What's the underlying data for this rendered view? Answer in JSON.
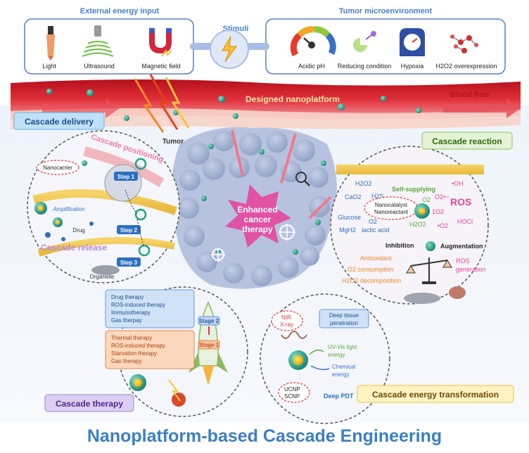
{
  "header": {
    "external_title": "External energy input",
    "stimuli_title": "Stimuli",
    "tumor_title": "Tumor microenvironment",
    "external_items": [
      "Light",
      "Ultrasound",
      "Magnetic field"
    ],
    "tumor_items": [
      "Acidic pH",
      "Reducing condition",
      "Hypoxia"
    ],
    "h2o2_label": "H2O2 overexpression"
  },
  "vessel": {
    "platform_label": "Designed nanoplatform",
    "blood_flow": "Blood flow",
    "tumor_label": "Tumor"
  },
  "delivery": {
    "title": "Cascade delivery",
    "positioning": "Cascade positioning",
    "nanocarrier": "Nanocarrier",
    "steps": [
      "Step 1",
      "Step 2",
      "Step 3"
    ],
    "amplification": "Amplification",
    "drug": "Drug",
    "release": "Cascade release",
    "organelle": "Organelle"
  },
  "center": {
    "line1": "Enhanced",
    "line2": "cancer",
    "line3": "therapy"
  },
  "reaction": {
    "title": "Cascade reaction",
    "self_supplying": "Self-supplying",
    "ros": "ROS",
    "nanocatalyst": "Nanocatalyst",
    "nanoreactant": "Nanoreactant",
    "glucose": "Glucose",
    "lactic": "lactic acid",
    "inhibition": "Inhibition",
    "augmentation": "Augmentation",
    "antioxidant": "Antioxidant",
    "o2_consumption": "O2 consumption",
    "h2o2_decomposition": "H2O2 decomposition",
    "ros_generation_1": "ROS",
    "ros_generation_2": "generation",
    "chem_labels": [
      "H2O2",
      "CaO2",
      "H2S",
      "O2",
      "MgH2",
      "O2",
      "H2O2",
      "•OH",
      "O2•−",
      "1O2",
      "HOCl",
      "•O2"
    ]
  },
  "therapy": {
    "title": "Cascade therapy",
    "stage2_items": [
      "Drug therapy",
      "ROS-induced therapy",
      "Immunotherapy",
      "Gas therpay"
    ],
    "stage1_items": [
      "Thermal therapy",
      "ROS-induced therapy",
      "Starvation therapy",
      "Gas therapy"
    ],
    "stage2": "Stage 2",
    "stage1": "Stage 1"
  },
  "energy": {
    "title": "Cascade energy transformation",
    "nir": "NIR",
    "xray": "X-ray",
    "deep_tissue": "Deep tissue",
    "penetration": "penetration",
    "uv_vis_1": "UV-Vis light",
    "uv_vis_2": "energy",
    "chem_1": "Chemical",
    "chem_2": "energy",
    "ucnp": "UCNP",
    "scnp": "SCNP",
    "deep_pdt": "Deep PDT"
  },
  "footer": {
    "title": "Nanoplatform-based Cascade Engineering"
  },
  "colors": {
    "header_blue": "#4a7fd0",
    "vessel_red": "#d9232e",
    "teal": "#1ea38a",
    "pink_star": "#e8409a",
    "footer_blue": "#3b7fc4",
    "reaction_green": "#5aa63a",
    "energy_yellow": "#f5c243",
    "therapy_purple": "#8a63c8"
  }
}
